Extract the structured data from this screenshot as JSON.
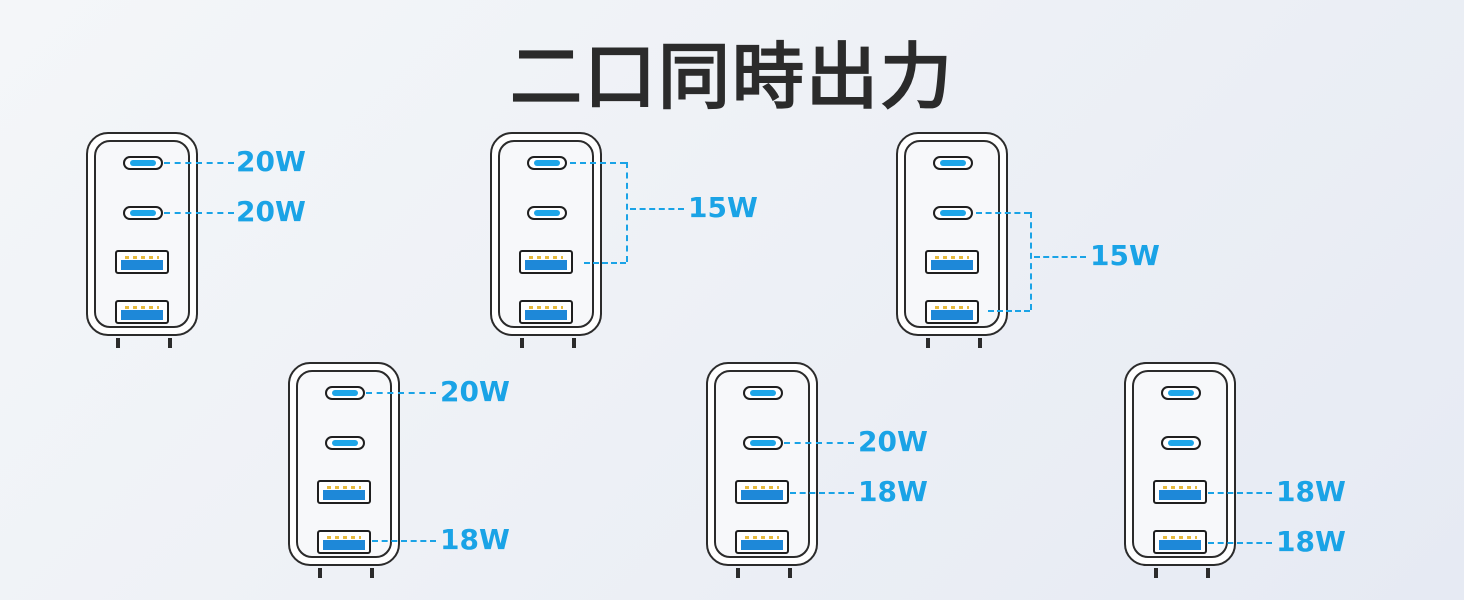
{
  "title": "二口同時出力",
  "colors": {
    "accent": "#1aa3e6",
    "outline": "#2b2b2b",
    "usb_a_fill": "#1e88d8"
  },
  "chargers": [
    {
      "id": "c1",
      "labels": [
        "20W",
        "20W"
      ]
    },
    {
      "id": "c2",
      "labels": [
        "15W"
      ]
    },
    {
      "id": "c3",
      "labels": [
        "15W"
      ]
    },
    {
      "id": "c4",
      "labels": [
        "20W",
        "18W"
      ]
    },
    {
      "id": "c5",
      "labels": [
        "20W",
        "18W"
      ]
    },
    {
      "id": "c6",
      "labels": [
        "18W",
        "18W"
      ]
    }
  ]
}
